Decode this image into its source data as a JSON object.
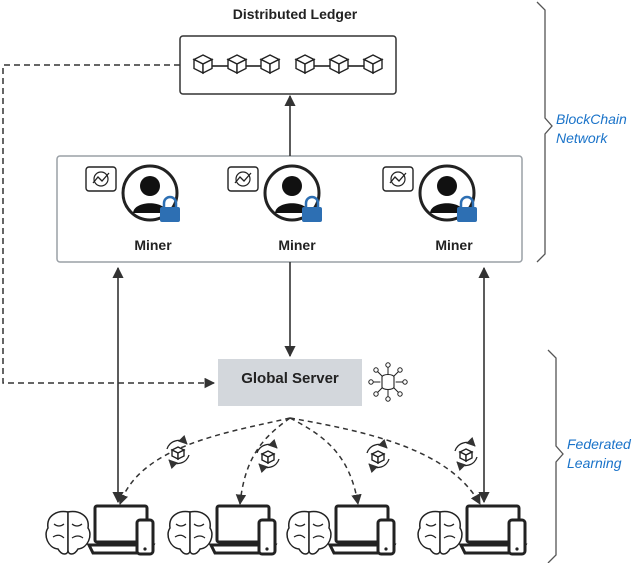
{
  "ledger": {
    "title": "Distributed Ledger",
    "blocks": 6
  },
  "miners": [
    {
      "label": "Miner"
    },
    {
      "label": "Miner"
    },
    {
      "label": "Miner"
    }
  ],
  "server": {
    "label": "Global Server"
  },
  "groups": {
    "blockchain": {
      "line1": "BlockChain",
      "line2": "Network"
    },
    "federated": {
      "line1": "Federated",
      "line2": "Learning"
    }
  },
  "clients": 4,
  "icons": [
    "blockchain-block-icon",
    "analytics-monitor-icon",
    "user-lock-icon",
    "database-network-icon",
    "model-sync-icon",
    "brain-icon",
    "laptop-icon",
    "phone-icon"
  ],
  "colors": {
    "server_fill": "#d3d7dc",
    "stroke": "#333333",
    "accent_text": "#1a73c9",
    "lock": "#2d6fb3"
  }
}
